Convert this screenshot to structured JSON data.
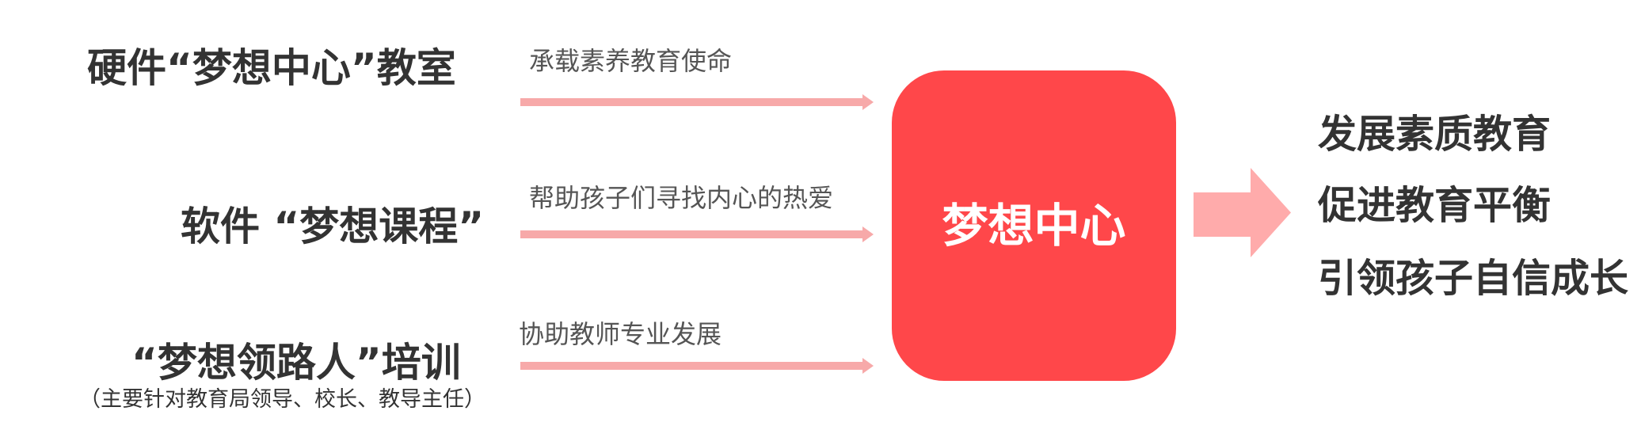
{
  "inputs": [
    {
      "title": "硬件“梦想中心”教室",
      "arrow_label": "承载素养教育使命"
    },
    {
      "title": "软件 “梦想课程”",
      "arrow_label": "帮助孩子们寻找内心的热爱"
    },
    {
      "title": "“梦想领路人”培训",
      "note": "（主要针对教育局领导、校长、教导主任）",
      "arrow_label": "协助教师专业发展"
    }
  ],
  "center": {
    "label": "梦想中心"
  },
  "outcomes": [
    "发展素质教育",
    "促进教育平衡",
    "引领孩子自信成长"
  ],
  "colors": {
    "center_box": "#FF474A",
    "thin_arrow": "#F7A9A9",
    "big_arrow": "#FFABAB",
    "text": "#333333",
    "label_text": "#555555"
  }
}
